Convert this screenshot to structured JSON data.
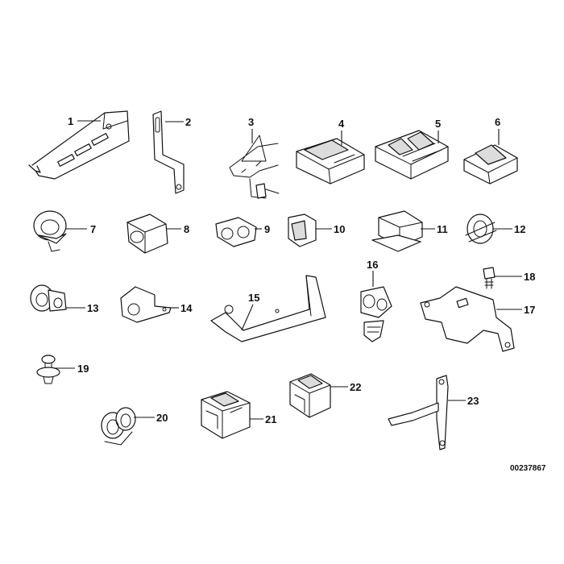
{
  "callouts": {
    "c1": "1",
    "c2": "2",
    "c3": "3",
    "c4": "4",
    "c5": "5",
    "c6": "6",
    "c7": "7",
    "c8": "8",
    "c9": "9",
    "c10": "10",
    "c11": "11",
    "c12": "12",
    "c13": "13",
    "c14": "14",
    "c15": "15",
    "c16": "16",
    "c17": "17",
    "c18": "18",
    "c19": "19",
    "c20": "20",
    "c21": "21",
    "c22": "22",
    "c23": "23"
  },
  "document_number": "00237867"
}
